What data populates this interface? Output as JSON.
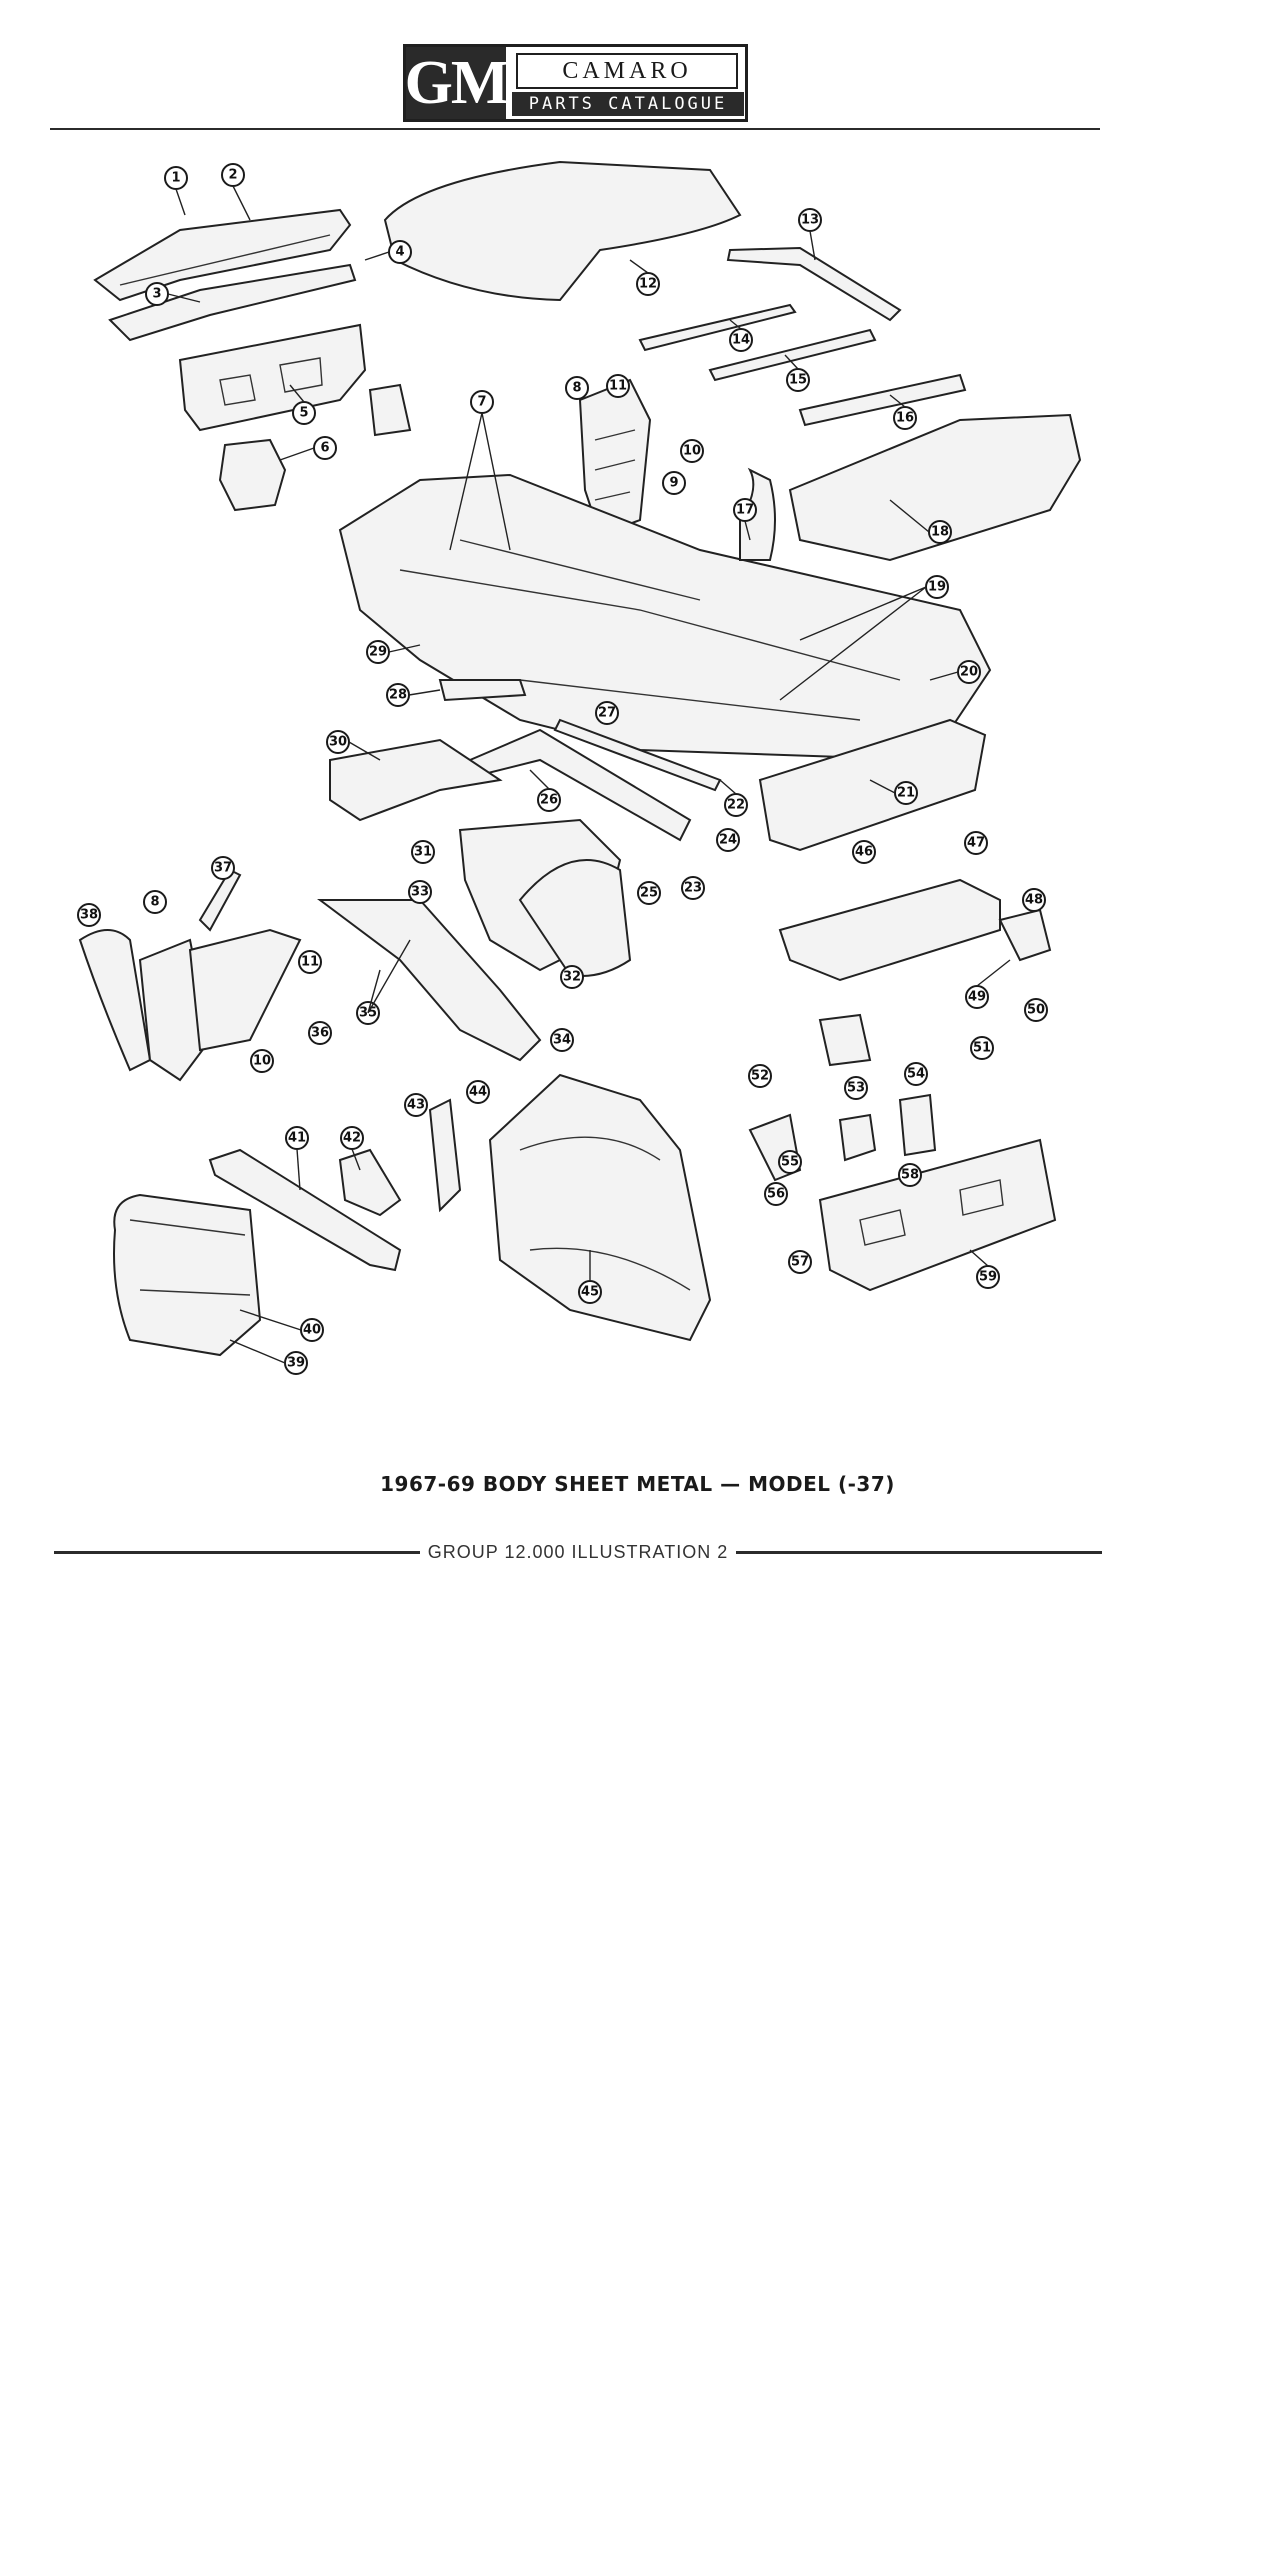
{
  "header": {
    "logo_gm": "GM",
    "logo_camaro": "CAMARO",
    "logo_parts": "PARTS CATALOGUE"
  },
  "diagram": {
    "callouts": [
      "1",
      "2",
      "3",
      "4",
      "5",
      "6",
      "7",
      "8",
      "11",
      "10",
      "9",
      "12",
      "13",
      "14",
      "15",
      "16",
      "17",
      "18",
      "19",
      "20",
      "21",
      "22",
      "23",
      "24",
      "25",
      "26",
      "27",
      "28",
      "29",
      "30",
      "31",
      "32",
      "33",
      "34",
      "35",
      "36",
      "37",
      "38",
      "8",
      "11",
      "10",
      "41",
      "42",
      "43",
      "44",
      "45",
      "39",
      "40",
      "46",
      "47",
      "48",
      "49",
      "50",
      "51",
      "52",
      "53",
      "54",
      "55",
      "56",
      "57",
      "58",
      "59"
    ]
  },
  "caption": "1967-69 BODY SHEET METAL — MODEL (-37)",
  "group_label": "GROUP 12.000 ILLUSTRATION 2"
}
